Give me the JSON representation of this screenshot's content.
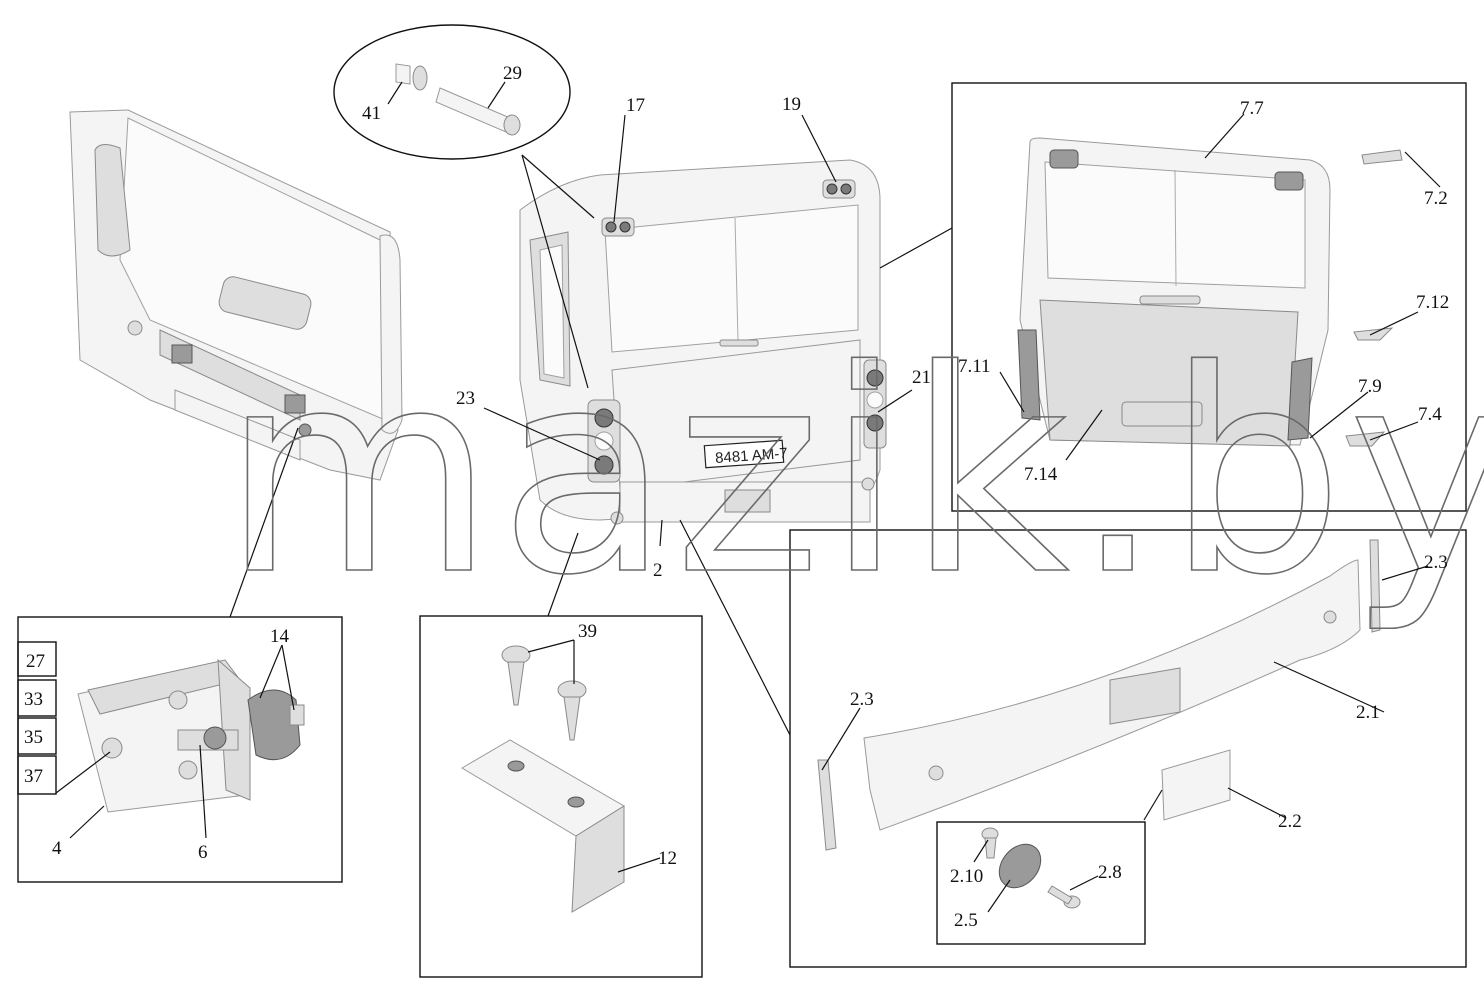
{
  "watermark": "mazik.by",
  "plate_text": "8481 AM-7",
  "labels": {
    "l41": "41",
    "l29": "29",
    "l17": "17",
    "l19": "19",
    "l21": "21",
    "l23": "23",
    "l2": "2",
    "l7_7": "7.7",
    "l7_2": "7.2",
    "l7_12": "7.12",
    "l7_11": "7.11",
    "l7_9": "7.9",
    "l7_4": "7.4",
    "l7_14": "7.14",
    "l14": "14",
    "l27": "27",
    "l33": "33",
    "l35": "35",
    "l37": "37",
    "l4": "4",
    "l6": "6",
    "l39": "39",
    "l12": "12",
    "l2_3a": "2.3",
    "l2_3b": "2.3",
    "l2_1": "2.1",
    "l2_2": "2.2",
    "l2_10": "2.10",
    "l2_8": "2.8",
    "l2_5": "2.5"
  }
}
